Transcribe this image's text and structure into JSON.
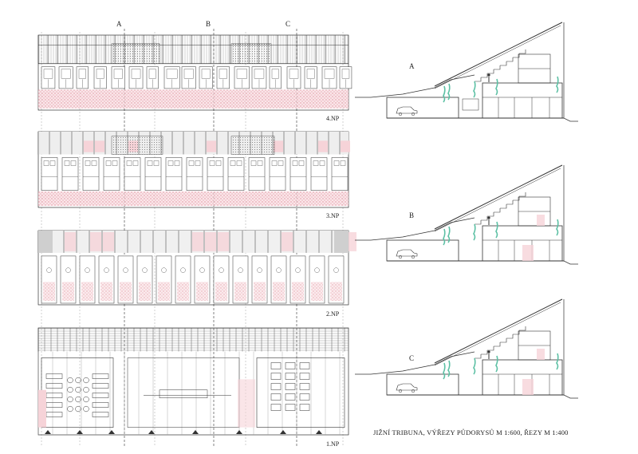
{
  "axes": [
    "A",
    "B",
    "C"
  ],
  "floor_plans": [
    {
      "label": "4.NP"
    },
    {
      "label": "3.NP"
    },
    {
      "label": "2.NP"
    },
    {
      "label": "1.NP"
    }
  ],
  "sections": [
    {
      "label": "A"
    },
    {
      "label": "B"
    },
    {
      "label": "C"
    }
  ],
  "caption": "JIŽNÍ TRIBUNA, VÝŘEZY PŮDORYSŮ M 1:600, ŘEZY M 1:400",
  "colors": {
    "line": "#333333",
    "hatch_red": "#e9a2ae",
    "fill_red": "#f6d3d8",
    "gray": "#cfcfcf",
    "green": "#5cc0a4"
  }
}
